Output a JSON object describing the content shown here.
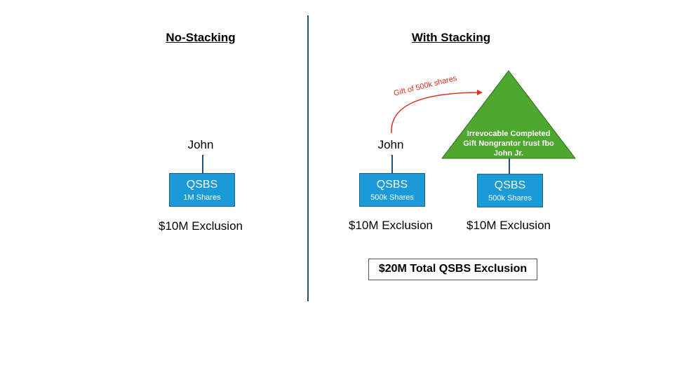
{
  "left": {
    "heading": "No-Stacking",
    "person": "John",
    "box": {
      "title": "QSBS",
      "shares": "1M Shares"
    },
    "exclusion": "$10M Exclusion"
  },
  "right": {
    "heading": "With Stacking",
    "person": "John",
    "gift_label": "Gift of 500k shares",
    "john_box": {
      "title": "QSBS",
      "shares": "500k Shares"
    },
    "john_exclusion": "$10M Exclusion",
    "trust": {
      "line1": "Irrevocable Completed",
      "line2": "Gift Nongrantor trust fbo",
      "line3": "John Jr."
    },
    "trust_box": {
      "title": "QSBS",
      "shares": "500k Shares"
    },
    "trust_exclusion": "$10M Exclusion",
    "total": "$20M Total QSBS Exclusion"
  },
  "colors": {
    "qsbs_box": "#1a9ad6",
    "trust_triangle": "#4ea72e",
    "gift_arrow": "#e0301e",
    "divider": "#1f4e79"
  }
}
